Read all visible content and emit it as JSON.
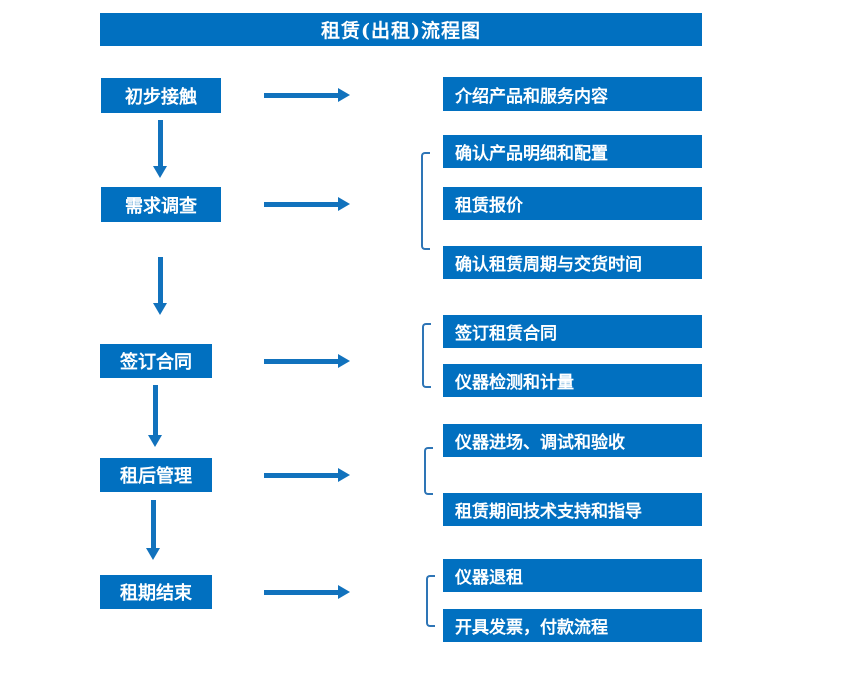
{
  "title": "租赁(出租)流程图",
  "colors": {
    "box_blue": "#0170c0",
    "arrow_blue": "#1172bd",
    "bracket_blue": "#2e75b6",
    "text": "#ffffff",
    "background": "#ffffff"
  },
  "steps": [
    {
      "label": "初步接触",
      "outputs": [
        "介绍产品和服务内容"
      ]
    },
    {
      "label": "需求调查",
      "outputs": [
        "确认产品明细和配置",
        "租赁报价",
        "确认租赁周期与交货时间"
      ]
    },
    {
      "label": "签订合同",
      "outputs": [
        "签订租赁合同",
        "仪器检测和计量"
      ]
    },
    {
      "label": "租后管理",
      "outputs": [
        "仪器进场、调试和验收",
        "租赁期间技术支持和指导"
      ]
    },
    {
      "label": "租期结束",
      "outputs": [
        "仪器退租",
        "开具发票，付款流程"
      ]
    }
  ]
}
